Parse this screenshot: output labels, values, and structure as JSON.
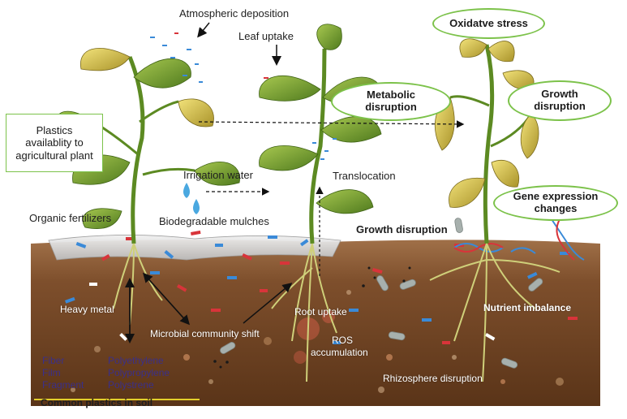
{
  "labels": {
    "atmospheric_deposition": "Atmospheric deposition",
    "leaf_uptake": "Leaf uptake",
    "oxidative_stress": "Oxidatve stress",
    "metabolic_disruption_1": "Metabolic",
    "metabolic_disruption_2": "disruption",
    "growth_disruption_oval_1": "Growth",
    "growth_disruption_oval_2": "disruption",
    "plastics_availability_1": "Plastics",
    "plastics_availability_2": "availablity to",
    "plastics_availability_3": "agricultural plant",
    "irrigation_water": "Irrigation water",
    "translocation": "Translocation",
    "gene_expression_1": "Gene expression",
    "gene_expression_2": "changes",
    "organic_fertilizers": "Organic fertilizers",
    "biodegradable_mulches": "Biodegradable mulches",
    "growth_disruption_soil": "Growth disruption",
    "heavy_metal": "Heavy metal",
    "root_uptake": "Root uptake",
    "nutrient_imbalance": "Nutrient imbalance",
    "microbial_shift": "Microbial community shift",
    "ros_1": "ROS",
    "ros_2": "accumulation",
    "fiber": "Fiber",
    "film": "Film",
    "fragment": "Fragment",
    "polyethylene": "Polyethylene",
    "polypropylene": "Polypropylene",
    "polystrene": "Polystrene",
    "rhizosphere": "Rhizosphere disruption",
    "common_plastics": "Common plastics in soil"
  },
  "colors": {
    "soil_top": "#8a5a36",
    "soil_bottom": "#5a3418",
    "leaf_green": "#6f9a2e",
    "leaf_yellow": "#d9c24a",
    "oval_border": "#7cc24a",
    "plastic_blue": "#3a8ad8",
    "plastic_red": "#d8343a",
    "underline": "#e3cf2b"
  }
}
